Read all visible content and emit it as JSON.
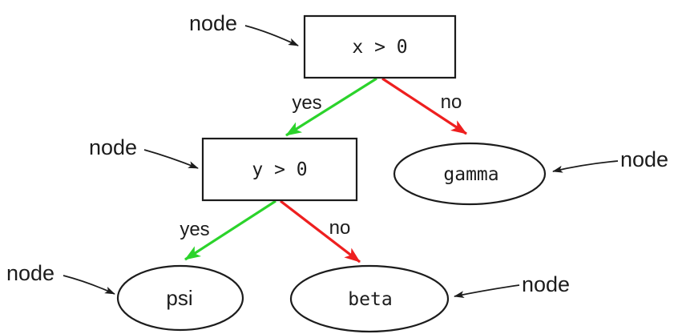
{
  "diagram": {
    "type": "decision-tree",
    "colors": {
      "yes_edge": "#2bd32b",
      "no_edge": "#ee1f1f",
      "stroke": "#1c1c1c"
    },
    "nodes": {
      "root": {
        "label": "x > 0",
        "shape": "rectangle"
      },
      "child": {
        "label": "y > 0",
        "shape": "rectangle"
      },
      "gamma": {
        "label": "gamma",
        "shape": "ellipse"
      },
      "psi": {
        "label": "psi",
        "shape": "ellipse"
      },
      "beta": {
        "label": "beta",
        "shape": "ellipse"
      }
    },
    "edges": {
      "root_yes": {
        "label": "yes",
        "from": "x > 0",
        "to": "y > 0"
      },
      "root_no": {
        "label": "no",
        "from": "x > 0",
        "to": "gamma"
      },
      "child_yes": {
        "label": "yes",
        "from": "y > 0",
        "to": "psi"
      },
      "child_no": {
        "label": "no",
        "from": "y > 0",
        "to": "beta"
      }
    },
    "annotations": [
      {
        "label": "node",
        "target": "root"
      },
      {
        "label": "node",
        "target": "child"
      },
      {
        "label": "node",
        "target": "gamma"
      },
      {
        "label": "node",
        "target": "psi"
      },
      {
        "label": "node",
        "target": "beta"
      }
    ]
  }
}
